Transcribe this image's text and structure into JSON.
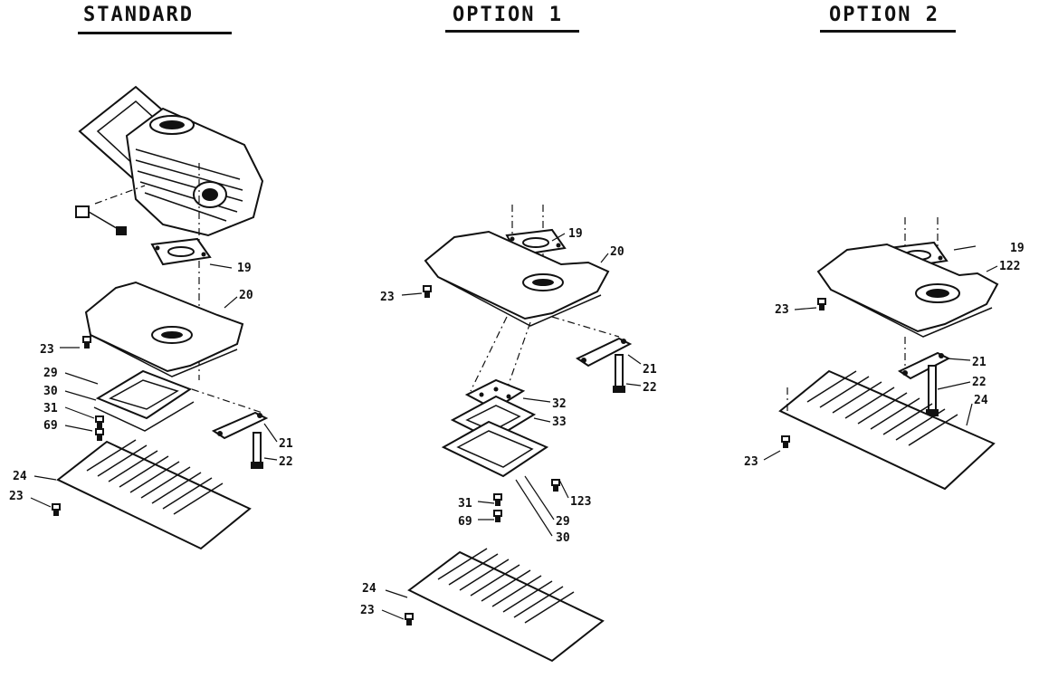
{
  "sections": [
    {
      "heading": "STANDARD"
    },
    {
      "heading": "OPTION 1"
    },
    {
      "heading": "OPTION 2"
    }
  ],
  "callouts": {
    "standard": [
      "19",
      "20",
      "23",
      "29",
      "30",
      "31",
      "69",
      "21",
      "22",
      "24",
      "23"
    ],
    "option1": [
      "19",
      "20",
      "23",
      "21",
      "22",
      "32",
      "33",
      "123",
      "31",
      "69",
      "29",
      "30",
      "24",
      "23"
    ],
    "option2": [
      "19",
      "122",
      "23",
      "21",
      "22",
      "24",
      "23"
    ]
  }
}
